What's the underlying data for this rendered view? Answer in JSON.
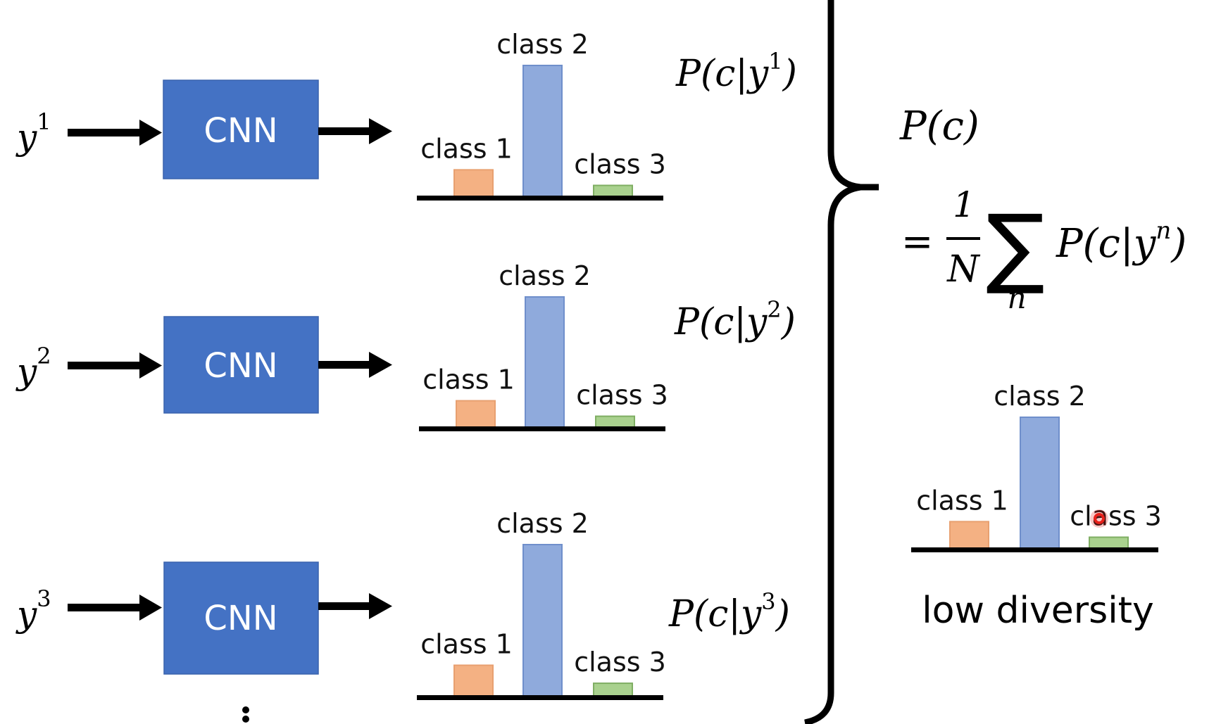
{
  "colors": {
    "cnn_fill": "#4472C4",
    "cnn_text": "#FFFFFF",
    "class1": "#F4B183",
    "class1_stroke": "#E8A070",
    "class2": "#8FAADC",
    "class2_stroke": "#6F8FCB",
    "class3": "#A9D18E",
    "class3_stroke": "#7FAE63",
    "ink": "#000000",
    "cursor": "#E8201A"
  },
  "rows": [
    {
      "input_var": "y",
      "input_sup": "1",
      "model_label": "CNN",
      "output_formula": {
        "prefix": "P(c|y",
        "sup": "1",
        "suffix": ")"
      }
    },
    {
      "input_var": "y",
      "input_sup": "2",
      "model_label": "CNN",
      "output_formula": {
        "prefix": "P(c|y",
        "sup": "2",
        "suffix": ")"
      }
    },
    {
      "input_var": "y",
      "input_sup": "3",
      "model_label": "CNN",
      "output_formula": {
        "prefix": "P(c|y",
        "sup": "3",
        "suffix": ")"
      }
    }
  ],
  "continuation": "⋮",
  "aggregate": {
    "lhs": "P(c)",
    "equals": "=",
    "frac_num": "1",
    "frac_den": "N",
    "sum_symbol": "∑",
    "sum_index": "n",
    "term_prefix": "P(c|y",
    "term_sup": "n",
    "term_suffix": ")",
    "caption": "low diversity"
  },
  "chart_data": [
    {
      "type": "bar",
      "title": "P(c|y1)",
      "categories": [
        "class 1",
        "class 2",
        "class 3"
      ],
      "values": [
        0.17,
        0.84,
        0.07
      ],
      "ylim": [
        0,
        1
      ]
    },
    {
      "type": "bar",
      "title": "P(c|y2)",
      "categories": [
        "class 1",
        "class 2",
        "class 3"
      ],
      "values": [
        0.17,
        0.84,
        0.07
      ],
      "ylim": [
        0,
        1
      ]
    },
    {
      "type": "bar",
      "title": "P(c|y3)",
      "categories": [
        "class 1",
        "class 2",
        "class 3"
      ],
      "values": [
        0.17,
        0.84,
        0.07
      ],
      "ylim": [
        0,
        1
      ]
    },
    {
      "type": "bar",
      "title": "P(c)",
      "categories": [
        "class 1",
        "class 2",
        "class 3"
      ],
      "values": [
        0.17,
        0.84,
        0.07
      ],
      "ylim": [
        0,
        1
      ],
      "caption": "low diversity"
    }
  ]
}
